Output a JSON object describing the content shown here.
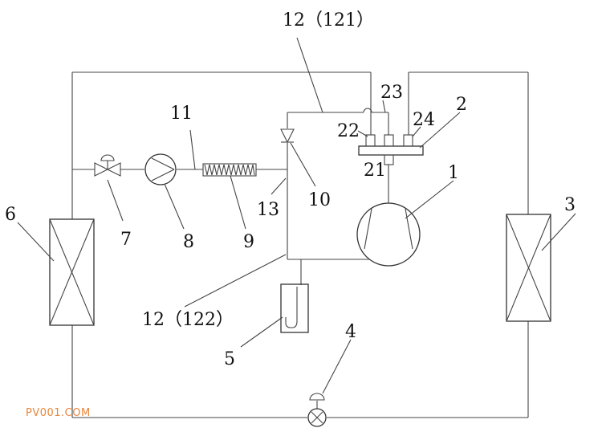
{
  "labels": {
    "c1": "1",
    "c2": "2",
    "c3": "3",
    "c4": "4",
    "c5": "5",
    "c6": "6",
    "c7": "7",
    "c8": "8",
    "c9": "9",
    "c10": "10",
    "c11": "11",
    "c12_121": "12（121）",
    "c12_122": "12（122）",
    "c13": "13",
    "c21": "21",
    "c22": "22",
    "c23": "23",
    "c24": "24"
  },
  "watermark": "PV001.COM"
}
